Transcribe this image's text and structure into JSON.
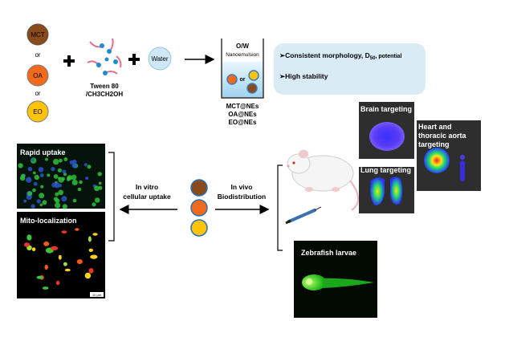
{
  "ingredients": {
    "oils": [
      "MCT",
      "OA",
      "EO"
    ],
    "or_word": "or",
    "surfactant": [
      "Tween 80",
      "/CH3CH2OH"
    ],
    "water": "Water"
  },
  "emulsion": {
    "beaker_title": [
      "O/W",
      "Nanoemulsion"
    ],
    "inner_or": "or",
    "products": [
      "MCT@NEs",
      "OA@NEs",
      "EO@NEs"
    ]
  },
  "properties": {
    "line1_prefix": "➢Consistent morphology, D",
    "line1_sub": "50",
    "line1_suffix": ", potential",
    "line2": "➢High stability"
  },
  "in_vitro": {
    "label": [
      "In vitro",
      "cellular uptake"
    ],
    "panels": [
      "Rapid uptake",
      "Mito-localization"
    ],
    "scale_text": "10 μm"
  },
  "in_vivo": {
    "label": [
      "In vivo",
      "Biodistribution"
    ],
    "organs": [
      "Brain targeting",
      "Lung targeting",
      "Heart and",
      "thoracic aorta",
      "targeting"
    ],
    "zebrafish": "Zebrafish larvae"
  },
  "colors": {
    "mct": "#8a4a1c",
    "oa": "#f26b1d",
    "eo": "#ffc40a",
    "water": "#cfe8f7",
    "panel": "#d9ecf6"
  }
}
